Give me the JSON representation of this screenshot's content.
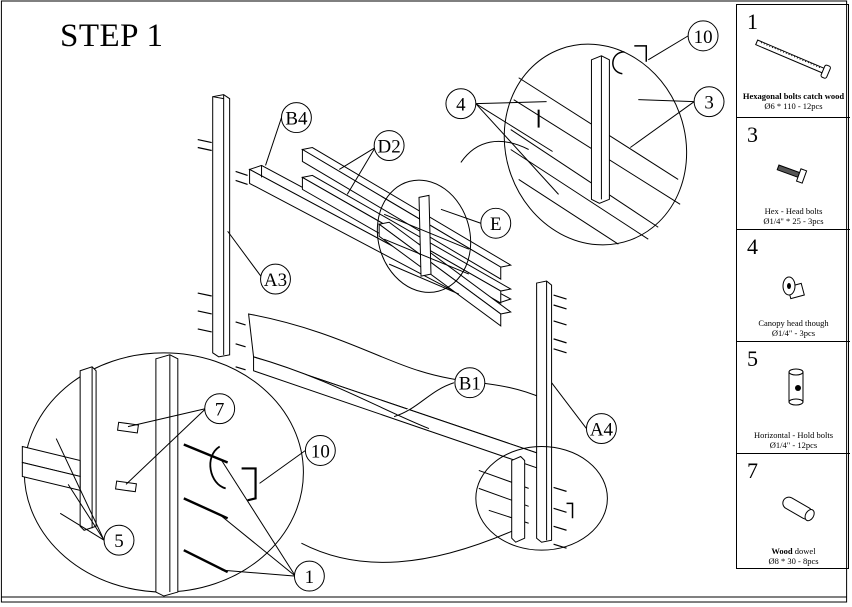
{
  "step_title": "STEP 1",
  "callouts": {
    "b4": "B4",
    "d2": "D2",
    "a3": "A3",
    "e": "E",
    "b1": "B1",
    "a4": "A4",
    "n1": "1",
    "n3": "3",
    "n4": "4",
    "n5": "5",
    "n7": "7",
    "n10_top": "10",
    "n10_bottom": "10"
  },
  "parts": [
    {
      "number": "1",
      "name": "Hexagonal bolts catch wood",
      "spec": "Ø6 * 110 - 12pcs",
      "icon": "long-bolt-icon"
    },
    {
      "number": "3",
      "name": "Hex - Head bolts",
      "spec": "Ø1/4\" * 25 - 3pcs",
      "icon": "short-bolt-icon"
    },
    {
      "number": "4",
      "name": "Canopy head though",
      "spec": "Ø1/4\" - 3pcs",
      "icon": "barrel-nut-icon"
    },
    {
      "number": "5",
      "name": "Horizontal - Hold bolts",
      "spec": "Ø1/4\" - 12pcs",
      "icon": "cross-dowel-icon"
    },
    {
      "number": "7",
      "name_bold": "Wood",
      "name_rest": " dowel",
      "spec": "Ø8 * 30 - 8pcs",
      "icon": "wood-dowel-icon"
    }
  ]
}
